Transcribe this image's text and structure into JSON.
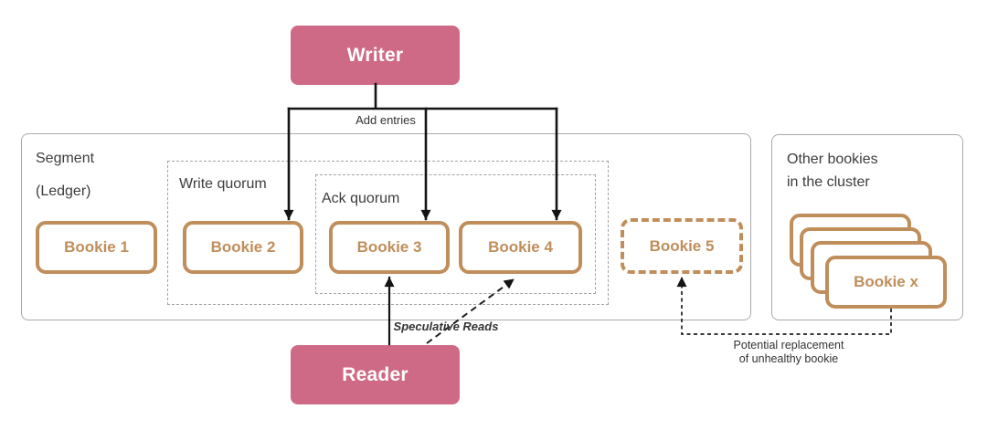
{
  "colors": {
    "accent_pink": "#cf6a86",
    "accent_tan": "#c08e5b",
    "text_dark": "#3d3d3d",
    "border_gray": "#a9a9a9",
    "arrow_black": "#141414"
  },
  "nodes": {
    "writer": {
      "label": "Writer"
    },
    "reader": {
      "label": "Reader"
    },
    "bookie1": {
      "label": "Bookie 1"
    },
    "bookie2": {
      "label": "Bookie 2"
    },
    "bookie3": {
      "label": "Bookie 3"
    },
    "bookie4": {
      "label": "Bookie 4"
    },
    "bookie5": {
      "label": "Bookie 5"
    },
    "bookie_x": {
      "label": "Bookie x"
    }
  },
  "groups": {
    "segment": {
      "line1": "Segment",
      "line2": "(Ledger)"
    },
    "write_quorum": {
      "label": "Write quorum"
    },
    "ack_quorum": {
      "label": "Ack quorum"
    },
    "other_bookies": {
      "line1": "Other bookies",
      "line2": "in the cluster"
    }
  },
  "edge_labels": {
    "add_entries": "Add entries",
    "speculative_reads": "Speculative Reads",
    "replacement_line1": "Potential replacement",
    "replacement_line2": "of unhealthy bookie"
  }
}
